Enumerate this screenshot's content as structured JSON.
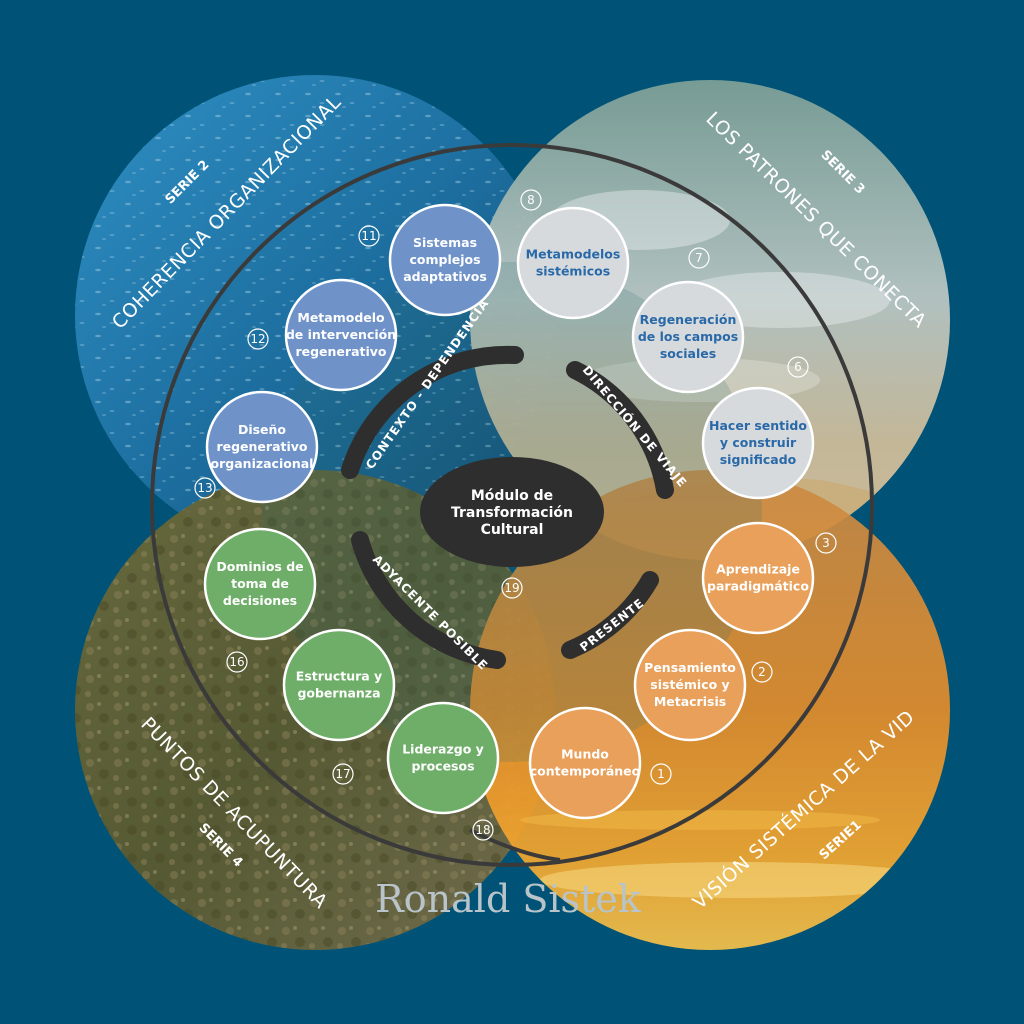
{
  "colors": {
    "background": "#005377",
    "blue_node": "#6f93c9",
    "grey_node": "#d6dadd",
    "orange_node": "#e8a05a",
    "green_node": "#6fae68",
    "center": "#2f2e2e",
    "grey_text": "#2a69a8"
  },
  "series": {
    "s1": {
      "tag": "SERIE1",
      "title": "VISIÓN SISTÉMICA DE LA VIDA"
    },
    "s2": {
      "tag": "SERIE 2",
      "title": "COHERENCIA ORGANIZACIONAL"
    },
    "s3": {
      "tag": "SERIE 3",
      "title": "LOS PATRONES QUE CONECTAN"
    },
    "s4": {
      "tag": "SERIE 4",
      "title": "PUNTOS DE ACUPUNTURA"
    }
  },
  "center": {
    "lines": [
      "Módulo de",
      "Transformación",
      "Cultural"
    ]
  },
  "arcs": {
    "contexto": "CONTEXTO - DEPENDENCIA",
    "direccion": "DIRECCIÓN DE VIAJE",
    "adyacente": "ADYACENTE POSIBLE",
    "presente": "PRESENTE"
  },
  "nodes": [
    {
      "num": "1",
      "lines": [
        "Mundo",
        "contemporáneo"
      ]
    },
    {
      "num": "2",
      "lines": [
        "Pensamiento",
        "sistémico y",
        "Metacrisis"
      ]
    },
    {
      "num": "3",
      "lines": [
        "Aprendizaje",
        "paradigmático"
      ]
    },
    {
      "num": "6",
      "lines": [
        "Hacer sentido",
        "y construir",
        "significado"
      ]
    },
    {
      "num": "7",
      "lines": [
        "Regeneración",
        "de los campos",
        "sociales"
      ]
    },
    {
      "num": "8",
      "lines": [
        "Metamodelos",
        "sistémicos"
      ]
    },
    {
      "num": "11",
      "lines": [
        "Sistemas",
        "complejos",
        "adaptativos"
      ]
    },
    {
      "num": "12",
      "lines": [
        "Metamodelo",
        "de intervención",
        "regenerativo"
      ]
    },
    {
      "num": "13",
      "lines": [
        "Diseño",
        "regenerativo",
        "organizacional"
      ]
    },
    {
      "num": "16",
      "lines": [
        "Dominios de",
        "toma de",
        "decisiones"
      ]
    },
    {
      "num": "17",
      "lines": [
        "Estructura y",
        "gobernanza"
      ]
    },
    {
      "num": "18",
      "lines": [
        "Liderazgo y",
        "procesos"
      ]
    },
    {
      "num": "19",
      "lines": []
    }
  ],
  "signature": "Ronald Sistek"
}
